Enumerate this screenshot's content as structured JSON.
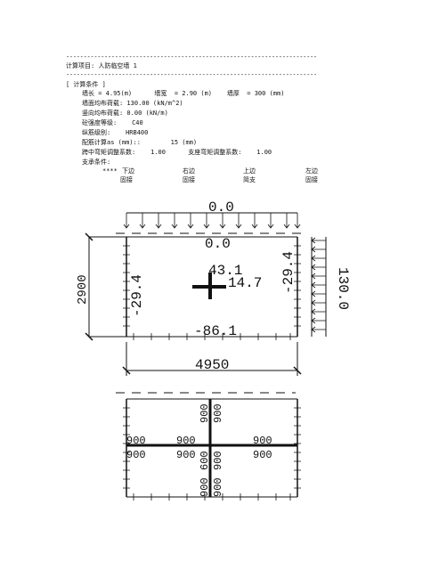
{
  "header": {
    "separator": "------------------------------------------------------------------------",
    "project_label": "计算项目: 人防临空墙 1"
  },
  "conditions": {
    "title": "[ 计算条件 ]",
    "row1": "墙长 = 4.95(m)      墙宽  = 2.90 (m)    墙厚  = 300 (mm)",
    "wall_load": "墙面均布荷载: 130.00 (kN/m^2)",
    "vertical_load": "竖向均布荷载: 0.00 (kN/m)",
    "concrete": "砼强度等级:    C40",
    "rebar": "纵筋级别:    HRB400",
    "as_calc": "配筋计算as (mm)::        15 (mm)",
    "moment_coef": "跨中弯矩调整系数:    1.00      支座弯矩调整系数:    1.00",
    "support_title": "支承条件:"
  },
  "support_table": {
    "header_mark": "****",
    "columns": [
      "下边",
      "右边",
      "上边",
      "左边"
    ],
    "values": [
      "固接",
      "固接",
      "简支",
      "固接"
    ]
  },
  "moment_diagram": {
    "top_load": "0.0",
    "top_moment": "0.0",
    "left_moment": "-29.4",
    "right_moment": "-29.4",
    "mid_x_moment": "43.1",
    "mid_y_moment": "14.7",
    "bottom_moment": "-86.1",
    "height_dim": "2900",
    "width_dim": "4950",
    "side_load": "130.0"
  },
  "rebar_diagram": {
    "vertical_top_left": "900",
    "vertical_top_right": "900",
    "h_left_top": "900",
    "h_left_bottom": "900",
    "h_mid_top": "900",
    "h_mid_bottom": "900",
    "h_right_top": "900",
    "h_right_bottom": "900",
    "vertical_mid_left": "600",
    "vertical_mid_right": "900",
    "vertical_bottom_left": "900",
    "vertical_bottom_right": "900"
  }
}
